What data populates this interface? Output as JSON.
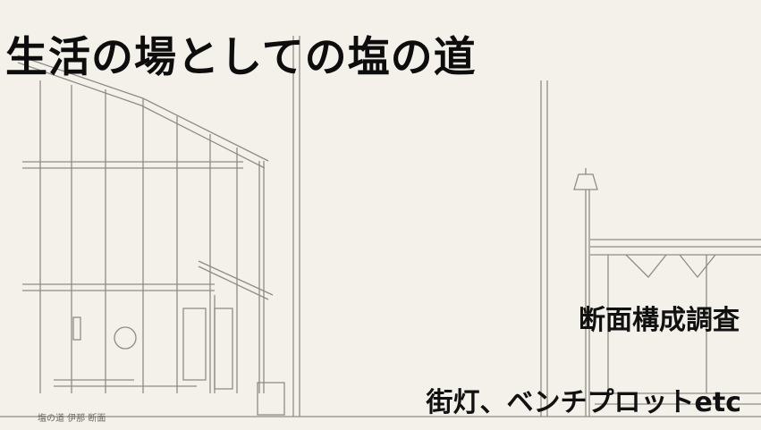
{
  "slide": {
    "title": "生活の場としての塩の道",
    "captions": {
      "survey": "断面構成調査",
      "items": "街灯、ベンチプロットetc"
    },
    "sketch_signature": "塩の道 伊那 断面"
  },
  "colors": {
    "background": "#f4f1ea",
    "sketch_line": "#8f8c84",
    "text": "#111111"
  }
}
